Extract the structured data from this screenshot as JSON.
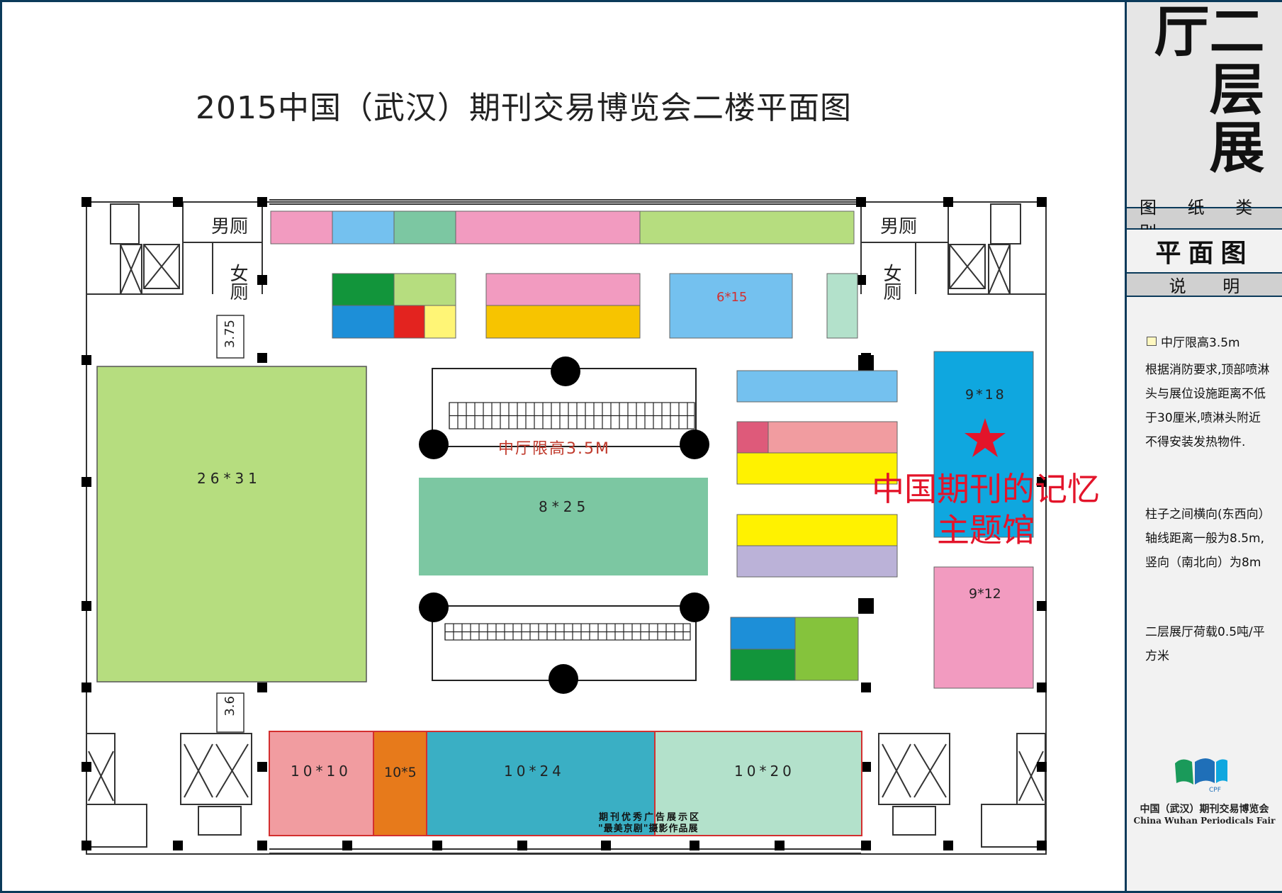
{
  "title": "2015中国（武汉）期刊交易博览会二楼平面图",
  "panel": {
    "floor_name": "二层展厅",
    "drawing_category_label": "图 纸 类 别",
    "drawing_type": "平面图",
    "description_label": "说 明",
    "legend_text": "中厅限高3.5m",
    "note_1": "根据消防要求,顶部喷淋头与展位设施距离不低于30厘米,喷淋头附近不得安装发热物件.",
    "note_2": "柱子之间横向(东西向）轴线距离一般为8.5m,竖向（南北向）为8m",
    "note_3": "二层展厅荷载0.5吨/平方米",
    "logo_badge": "CPF",
    "logo_cn": "中国（武汉）期刊交易博览会",
    "logo_en": "China Wuhan Periodicals Fair"
  },
  "restrooms": {
    "men_left": "男厕",
    "women_left": "女厕",
    "men_right": "男厕",
    "women_right": "女厕"
  },
  "dimensions": {
    "top": "3.75",
    "bottom": "3.6"
  },
  "booths": {
    "b_26x31": "26*31",
    "b_8x25": "8*25",
    "b_6x15": "6*15",
    "b_9x18": "9*18",
    "b_9x12": "9*12",
    "b_10x10": "10*10",
    "b_10x5": "10*5",
    "b_10x24": "10*24",
    "b_10x20": "10*20"
  },
  "atrium_note": "中厅限高3.5M",
  "theme_pavilion": {
    "line1": "中国期刊的记忆",
    "line2": "主题馆"
  },
  "bottom_caption": {
    "line1": "期刊优秀广告展示区",
    "line2": "\"最美京剧\"摄影作品展"
  },
  "colors": {
    "pink": "#f29bc0",
    "light_blue": "#74c1ef",
    "teal_green": "#7cc7a2",
    "light_green": "#b6dd7f",
    "dark_green": "#12953b",
    "blue": "#1d8fd8",
    "red": "#e3231f",
    "yellow": "#fff576",
    "orange_yellow": "#f7c400",
    "bright_yellow": "#fff200",
    "lavender": "#bbb2d8",
    "salmon": "#f19ca0",
    "orange": "#e77a1b",
    "cyan": "#3aafc4",
    "mint": "#b3e1cb",
    "sky": "#0fa7df",
    "star": "#e3142a",
    "theme_text": "#e3142a"
  }
}
